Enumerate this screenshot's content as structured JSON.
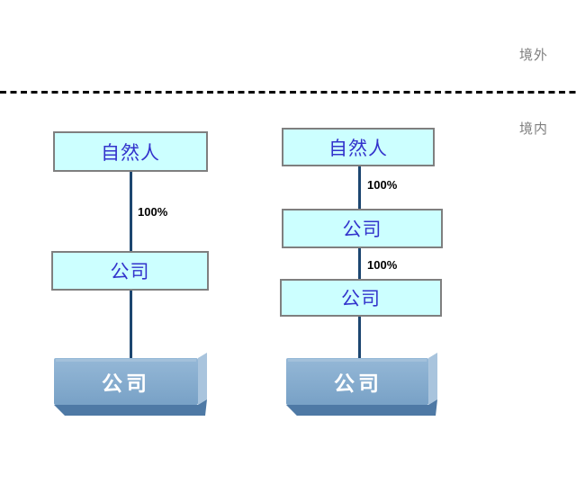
{
  "canvas": {
    "background": "#ffffff"
  },
  "labels": {
    "offshore": "境外",
    "onshore": "境内"
  },
  "styles": {
    "canvas_bg": "#ffffff",
    "box_fill": "#ccffff",
    "box_border": "#7f7f7f",
    "box_text_color": "#3333cc",
    "connector_color": "#1c4670",
    "divider_color": "#000000",
    "region_label_color": "#7f7f7f",
    "pct_label_color": "#000000",
    "box3d_face": "#7fa7cb",
    "box3d_face_light": "#a9c4dd",
    "box3d_face_dark": "#4e79a5",
    "box3d_text_color": "#ffffff"
  },
  "left_chain": {
    "nodes": [
      {
        "label": "自然人",
        "style": "flat"
      },
      {
        "label": "公司",
        "style": "flat"
      },
      {
        "label": "公司",
        "style": "3d"
      }
    ],
    "edge_labels": [
      "100%"
    ]
  },
  "right_chain": {
    "nodes": [
      {
        "label": "自然人",
        "style": "flat"
      },
      {
        "label": "公司",
        "style": "flat"
      },
      {
        "label": "公司",
        "style": "flat"
      },
      {
        "label": "公司",
        "style": "3d"
      }
    ],
    "edge_labels": [
      "100%",
      "100%"
    ]
  }
}
